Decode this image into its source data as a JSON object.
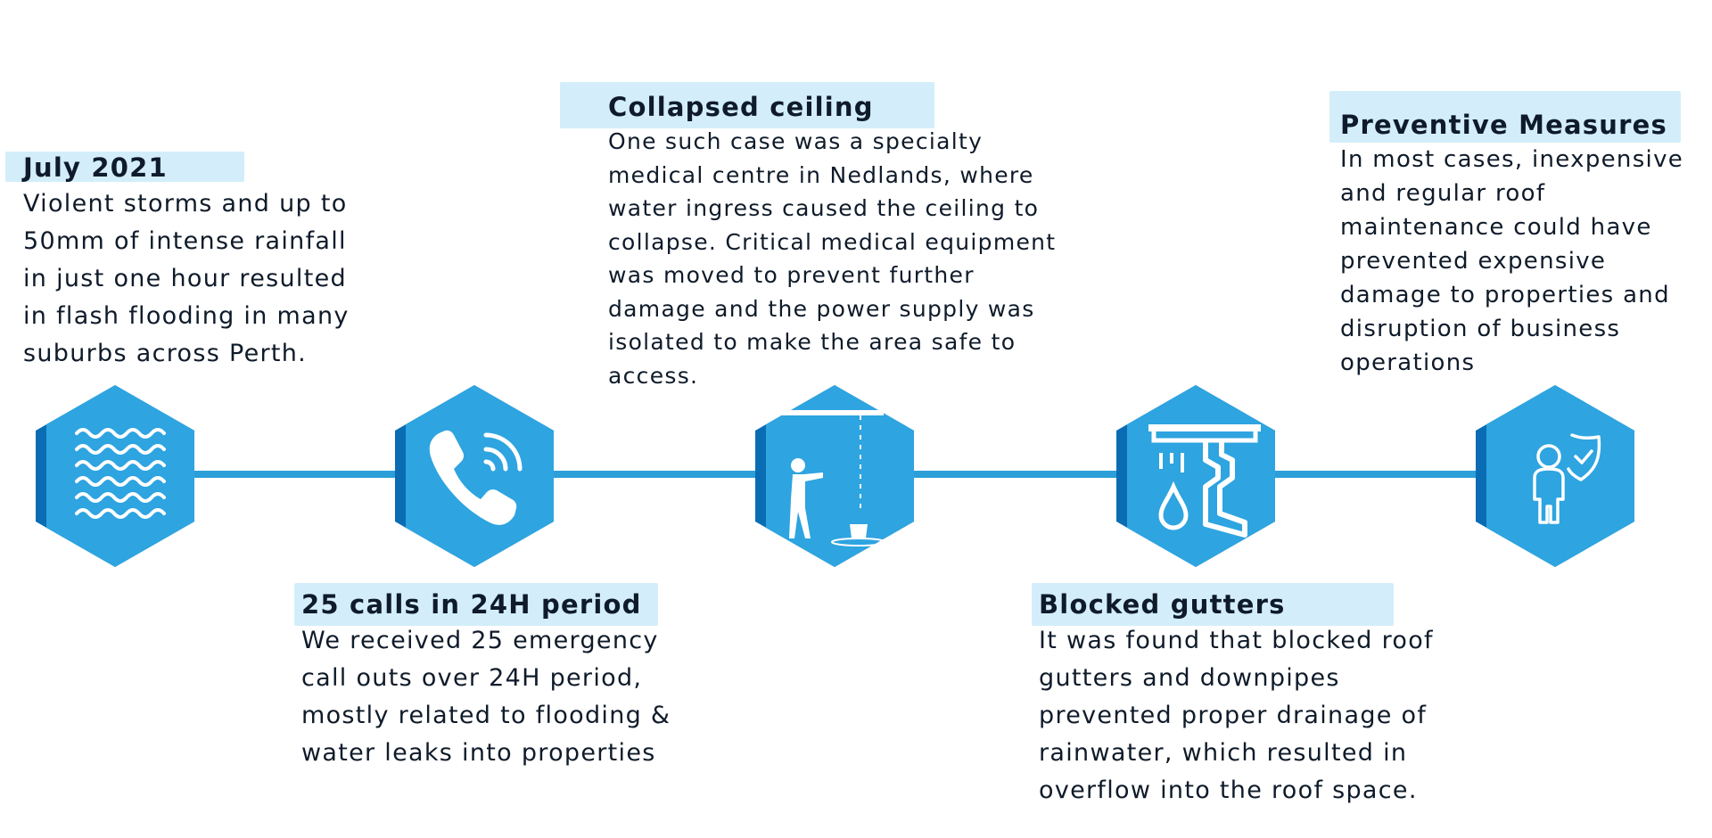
{
  "colors": {
    "hex_main": "#2ea4e0",
    "hex_dark": "#0a6db4",
    "line": "#2c9fd9",
    "highlight": "#d3eefa",
    "text": "#0f1b2a"
  },
  "steps": [
    {
      "title": "July 2021",
      "text": "Violent storms and up to\n50mm of intense rainfall\nin just one hour resulted\nin flash flooding in many\nsuburbs across Perth.",
      "icon": "waves-icon"
    },
    {
      "title": "25 calls in 24H period",
      "text": "We received 25 emergency\ncall outs over 24H period,\nmostly related to flooding &\nwater leaks into properties",
      "icon": "phone-icon"
    },
    {
      "title": "Collapsed ceiling",
      "text": "One such case was a specialty\nmedical centre in Nedlands, where\nwater ingress caused the ceiling to\ncollapse. Critical medical equipment\nwas moved to prevent further\ndamage and the power supply was\nisolated to make the area safe to\naccess.",
      "icon": "leaking-ceiling-icon"
    },
    {
      "title": "Blocked gutters",
      "text": "It was found that blocked roof\ngutters and downpipes\nprevented proper drainage of\nrainwater, which resulted in\noverflow into the roof space.",
      "icon": "gutter-downpipe-icon"
    },
    {
      "title": "Preventive Measures",
      "text": "In most cases, inexpensive\nand regular roof\nmaintenance could have\nprevented expensive\ndamage to properties and\ndisruption of business\noperations",
      "icon": "person-shield-icon"
    }
  ]
}
